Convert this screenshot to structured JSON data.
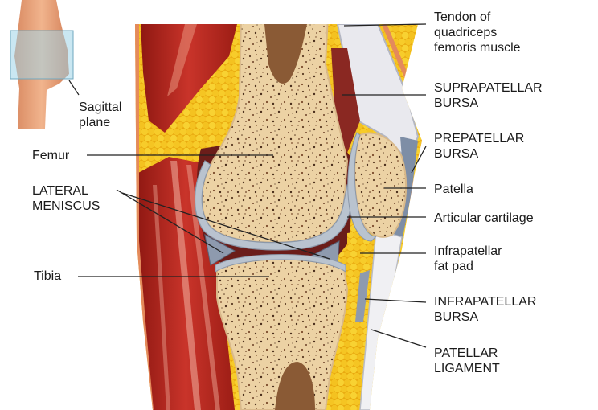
{
  "inset": {
    "label_line1": "Sagittal",
    "label_line2": "plane"
  },
  "labels": {
    "femur": "Femur",
    "lateral_meniscus": [
      "LATERAL",
      "MENISCUS"
    ],
    "tibia": "Tibia",
    "tendon_quadriceps": [
      "Tendon of",
      "quadriceps",
      "femoris muscle"
    ],
    "suprapatellar_bursa": [
      "SUPRAPATELLAR",
      "BURSA"
    ],
    "prepatellar_bursa": [
      "PREPATELLAR",
      "BURSA"
    ],
    "patella": "Patella",
    "articular_cartilage": "Articular cartilage",
    "infrapatellar_fat_pad": [
      "Infrapatellar",
      "fat pad"
    ],
    "infrapatellar_bursa": [
      "INFRAPATELLAR",
      "BURSA"
    ],
    "patellar_ligament": [
      "PATELLAR",
      "LIGAMENT"
    ]
  },
  "colors": {
    "muscle": "#b8241c",
    "fat": "#f3c21f",
    "bone": "#ecd2a4",
    "cartilage": "#b9c3cf",
    "tendon": "#eeeeee",
    "leader": "#222222"
  }
}
